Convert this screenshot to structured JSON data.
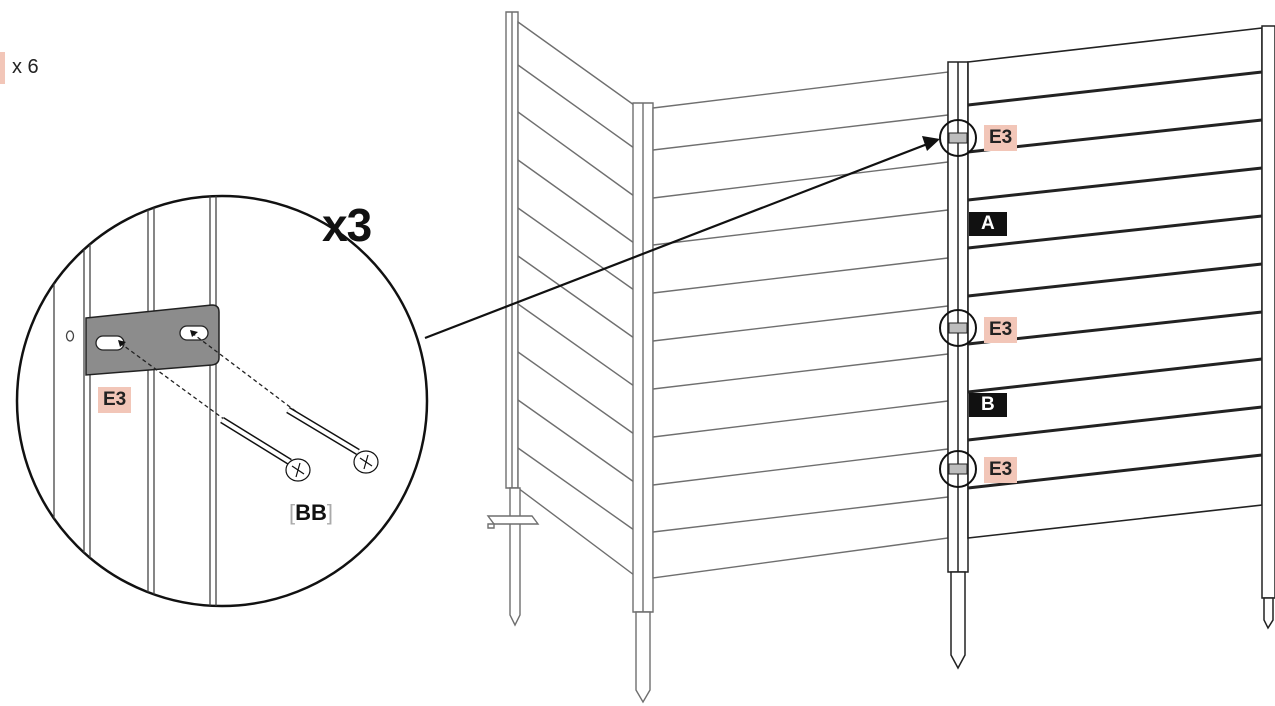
{
  "quantity": {
    "text": "x 6"
  },
  "detail": {
    "multiplier": "x3",
    "bracket_label": "E3",
    "screw_label": "BB",
    "screw_bracket_open": "[",
    "screw_bracket_close": "]"
  },
  "fence_labels": {
    "bracket_top": "E3",
    "bracket_mid": "E3",
    "bracket_low": "E3",
    "panel_a": "A",
    "panel_b": "B"
  },
  "colors": {
    "label_fill": "#f2c6b8",
    "bracket_fill": "#8c8c8c",
    "line": "#111111",
    "panel_line": "#6f6f6f"
  }
}
